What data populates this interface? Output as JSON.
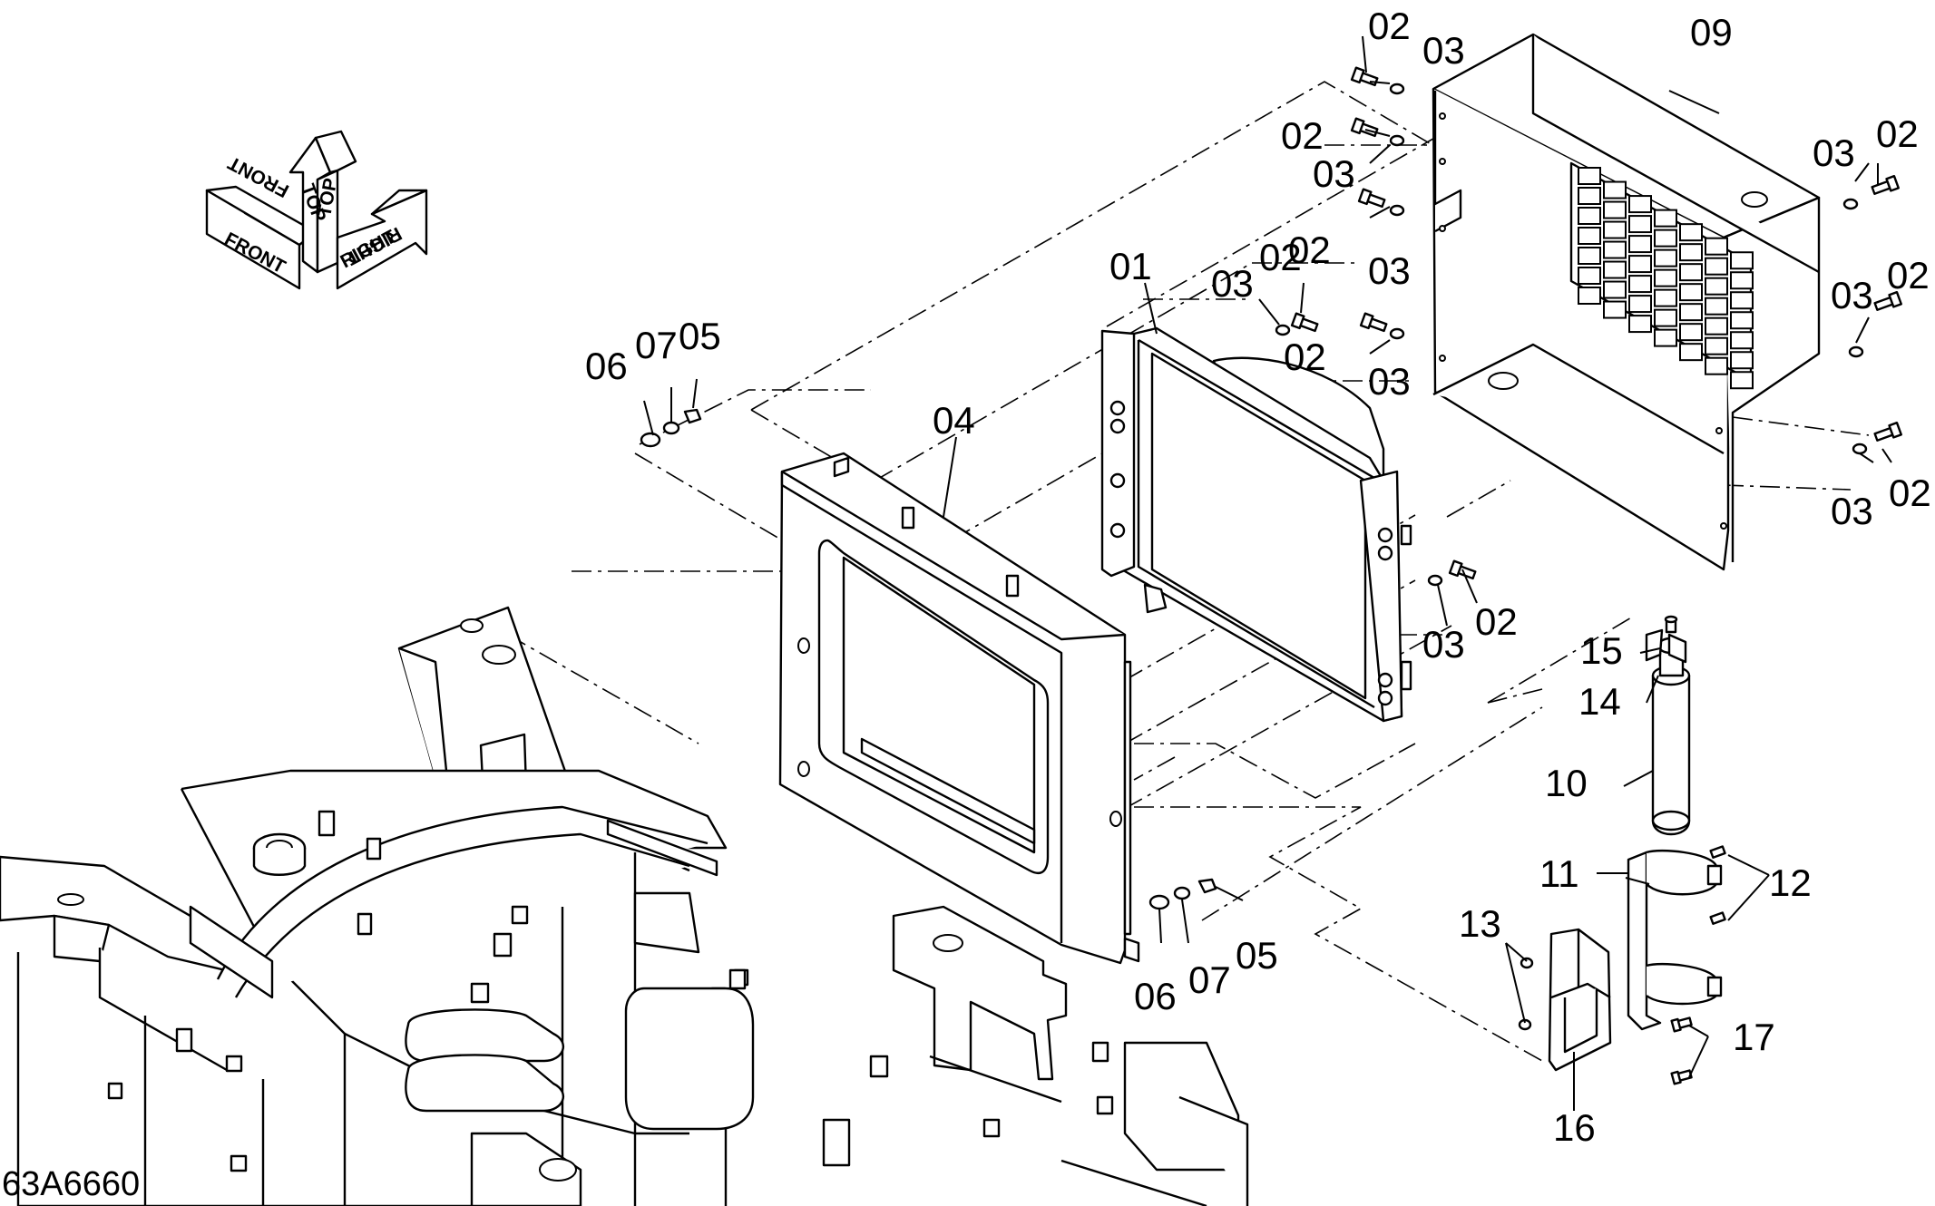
{
  "drawing": {
    "code": "63A6660",
    "orientation_symbol": {
      "front": "FRONT",
      "top": "TOP",
      "right": "RIGHT"
    },
    "callouts": {
      "p01": "01",
      "p02": "02",
      "p03": "03",
      "p04": "04",
      "p05": "05",
      "p06": "06",
      "p07": "07",
      "p09": "09",
      "p10": "10",
      "p11": "11",
      "p12": "12",
      "p13": "13",
      "p14": "14",
      "p15": "15",
      "p16": "16",
      "p17": "17"
    }
  }
}
